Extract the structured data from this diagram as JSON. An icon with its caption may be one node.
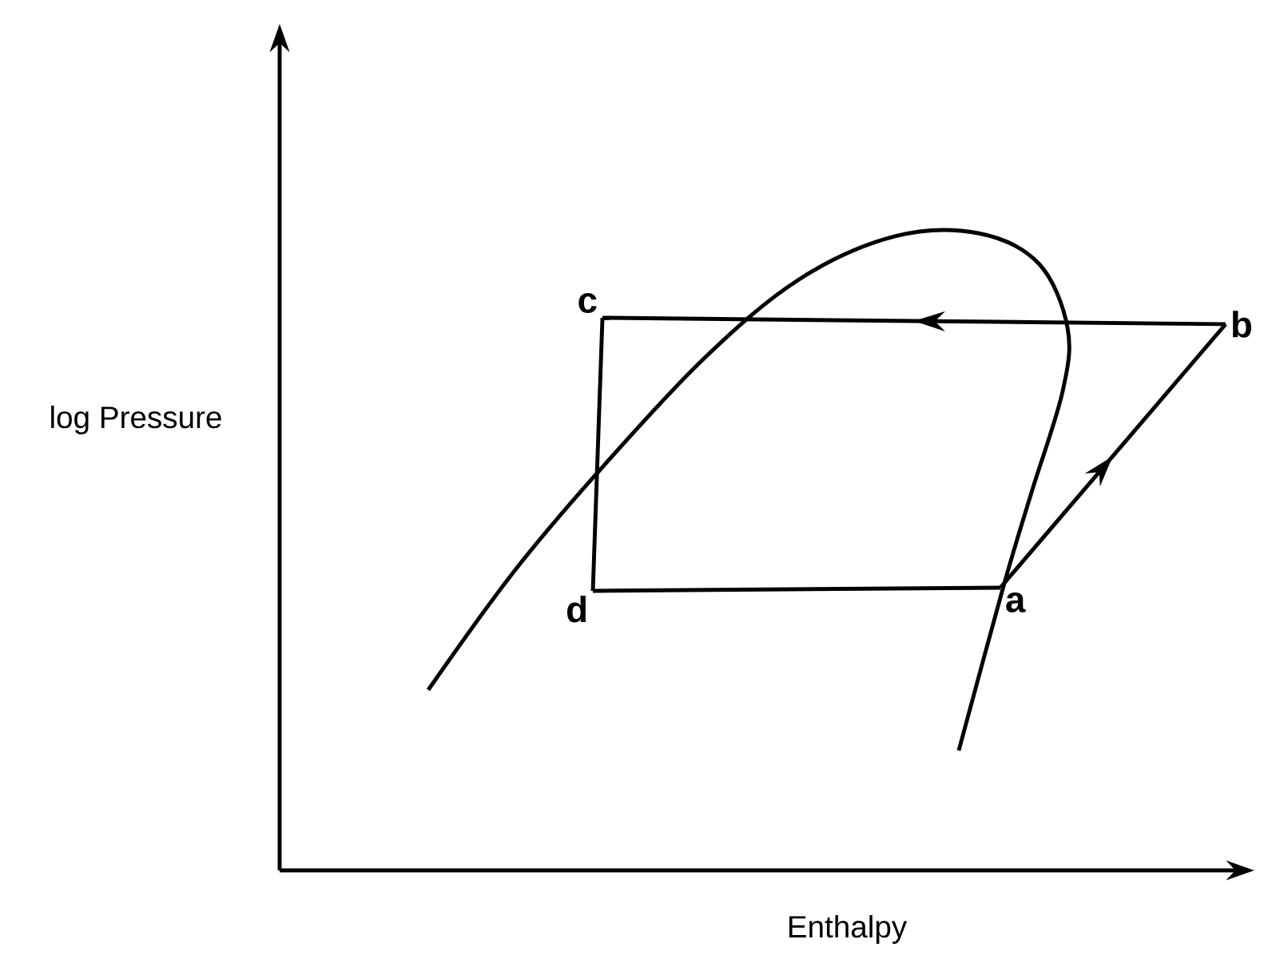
{
  "diagram": {
    "nodes": [
      {
        "text": [
          "c"
        ]
      },
      {
        "text": [
          "b"
        ]
      },
      {
        "text": [
          "d"
        ]
      },
      {
        "text": [
          "a"
        ]
      }
    ],
    "edges": [
      {
        "from": 3,
        "to": 1,
        "arrow": "to"
      },
      {
        "from": 1,
        "to": 0,
        "arrow": "to"
      },
      {
        "from": 0,
        "to": 2,
        "arrow": "none"
      },
      {
        "from": 2,
        "to": 3,
        "arrow": "none"
      }
    ],
    "labels": [
      "log Pressure",
      "Enthalpy"
    ]
  }
}
